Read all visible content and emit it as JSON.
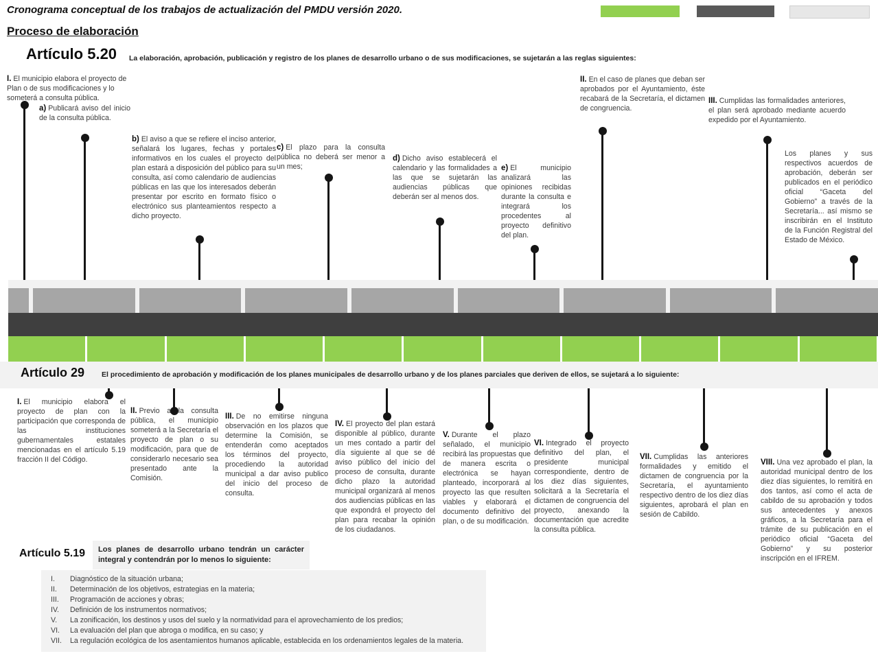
{
  "colors": {
    "accent_green": "#92D050",
    "dark_gray": "#3F3F3F",
    "medium_gray": "#A6A6A6",
    "light_gray": "#F2F2F2",
    "legend_light": "#E7E7E7"
  },
  "header": {
    "title": "Cronograma conceptual de los trabajos de actualización del PMDU versión 2020.",
    "subtitle": "Proceso de elaboración"
  },
  "a520": {
    "title": "Artículo 5.20",
    "description": "La elaboración, aprobación, publicación y registro de los planes de desarrollo urbano o de sus modificaciones, se sujetarán a las reglas siguientes:",
    "items": [
      {
        "label": "I.",
        "text": "El municipio elabora el proyecto de Plan o de sus modificaciones y lo someterá a consulta pública."
      },
      {
        "label": "a)",
        "text": "Publicará aviso del inicio de la consulta pública."
      },
      {
        "label": "b)",
        "text": "El aviso a que se refiere el inciso anterior, señalará los lugares, fechas y portales informativos en los cuales el proyecto del plan estará a disposición del público para su consulta, así como calendario de audiencias públicas en las que los interesados deberán presentar por escrito en formato físico o electrónico sus planteamientos respecto a dicho proyecto."
      },
      {
        "label": "c)",
        "text": "El plazo para la consulta pública no deberá ser menor a un mes;"
      },
      {
        "label": "d)",
        "text": "Dicho aviso establecerá el calendario y las formalidades a las que se sujetarán las audiencias públicas que deberán ser al menos dos."
      },
      {
        "label": "e)",
        "text": "El municipio analizará las opiniones recibidas durante la consulta e integrará los procedentes al proyecto definitivo del plan."
      },
      {
        "label": "II.",
        "text": "En el caso de planes que deban ser aprobados por el Ayuntamiento, éste recabará de la Secretaría, el dictamen de congruencia."
      },
      {
        "label": "III.",
        "text": "Cumplidas las formalidades anteriores, el plan será aprobado mediante acuerdo expedido por el Ayuntamiento."
      },
      {
        "label": "",
        "text": "Los planes y sus respectivos acuerdos de aprobación, deberán ser publicados en el periódico oficial “Gaceta del Gobierno” a través de la Secretaría... así mismo se inscribirán en el Instituto de la Función Registral del Estado de México."
      }
    ]
  },
  "a29": {
    "title": "Artículo 29",
    "description": "El procedimiento de aprobación y modificación de los planes municipales de desarrollo urbano y de los planes parciales que deriven de ellos, se sujetará a lo siguiente:",
    "items": [
      {
        "label": "I.",
        "text": "El municipio elabora el proyecto de plan con la participación que corresponda de las instituciones gubernamentales estatales mencionadas en el artículo 5.19 fracción II del Código."
      },
      {
        "label": "II.",
        "text": "Previo a la consulta pública, el municipio someterá a la Secretaría el proyecto de plan o su modificación, para que de considerarlo necesario sea presentado ante la Comisión."
      },
      {
        "label": "III.",
        "text": "De no emitirse ninguna observación en los plazos que determine la Comisión, se entenderán como aceptados los términos del proyecto, procediendo la autoridad municipal a dar aviso publico del inicio del proceso de consulta."
      },
      {
        "label": "IV.",
        "text": "El proyecto del plan estará disponible al público, durante un mes contado a partir del día siguiente al que se dé aviso público del inicio del proceso de consulta, durante dicho plazo la autoridad municipal organizará al menos dos audiencias públicas en las que expondrá el proyecto del plan para recabar la opinión de los ciudadanos."
      },
      {
        "label": "V.",
        "text": "Durante el plazo señalado, el municipio recibirá las propuestas que de manera escrita o electrónica se hayan planteado, incorporará al proyecto las que resulten viables y elaborará el documento definitivo del plan, o de su modificación."
      },
      {
        "label": "VI.",
        "text": "Integrado el proyecto definitivo del plan, el presidente municipal correspondiente, dentro de los diez días siguientes, solicitará a la Secretaría el dictamen de congruencia del proyecto, anexando la documentación que acredite la consulta pública."
      },
      {
        "label": "VII.",
        "text": "Cumplidas las anteriores formalidades y emitido el dictamen de congruencia por la Secretaría, el ayuntamiento respectivo dentro de los diez días siguientes, aprobará el plan en sesión de Cabildo."
      },
      {
        "label": "VIII.",
        "text": "Una vez aprobado el plan, la autoridad municipal dentro de los diez días siguientes, lo remitirá en dos tantos, así como el acta de cabildo de su aprobación y todos sus antecedentes y anexos gráficos, a la Secretaría para el trámite de su publicación en el periódico oficial “Gaceta del Gobierno” y su posterior inscripción en el IFREM."
      }
    ]
  },
  "a519": {
    "title": "Artículo 5.19",
    "intro": "Los planes de desarrollo urbano tendrán un carácter integral y contendrán por lo menos lo siguiente:",
    "items": [
      {
        "numeral": "I.",
        "text": "Diagnóstico de la situación urbana;"
      },
      {
        "numeral": "II.",
        "text": "Determinación de los objetivos, estrategias en la materia;"
      },
      {
        "numeral": "III.",
        "text": "Programación de acciones y obras;"
      },
      {
        "numeral": "IV.",
        "text": "Definición de los instrumentos normativos;"
      },
      {
        "numeral": "V.",
        "text": "La zonificación, los destinos y usos del suelo y la normatividad para el aprovechamiento de los predios;"
      },
      {
        "numeral": "VI.",
        "text": "La evaluación del plan que abroga o modifica, en su caso; y"
      },
      {
        "numeral": "VII.",
        "text": "La regulación ecológica de los asentamientos humanos aplicable, establecida en los ordenamientos legales de la materia."
      }
    ]
  }
}
